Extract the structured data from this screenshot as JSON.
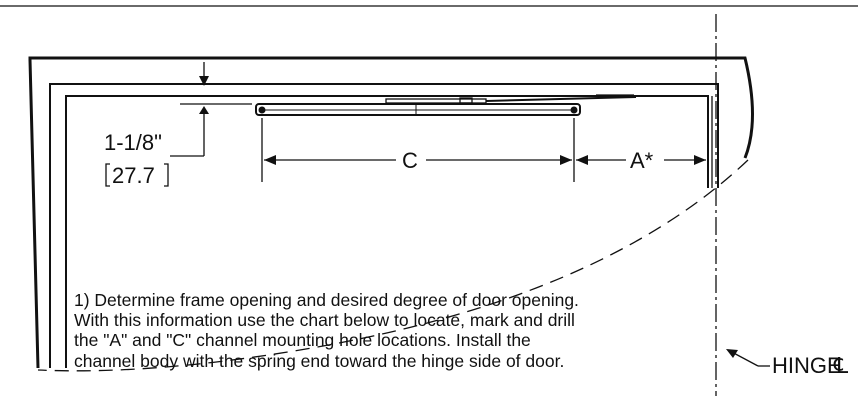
{
  "dimensions": {
    "top_clearance_inches": "1-1/8\"",
    "top_clearance_mm": "27.7",
    "channel_label_c": "C",
    "channel_label_a": "A*"
  },
  "hinge": {
    "label": "HINGE",
    "centerline_symbol": "℄"
  },
  "instruction": {
    "line1": "1) Determine frame opening and desired degree of door opening.",
    "line2": "With this information use the chart below to locate, mark and drill",
    "line3": "the \"A\" and \"C\" channel mounting hole locations. Install the",
    "line4": "channel body with the spring end toward the hinge side of door."
  }
}
